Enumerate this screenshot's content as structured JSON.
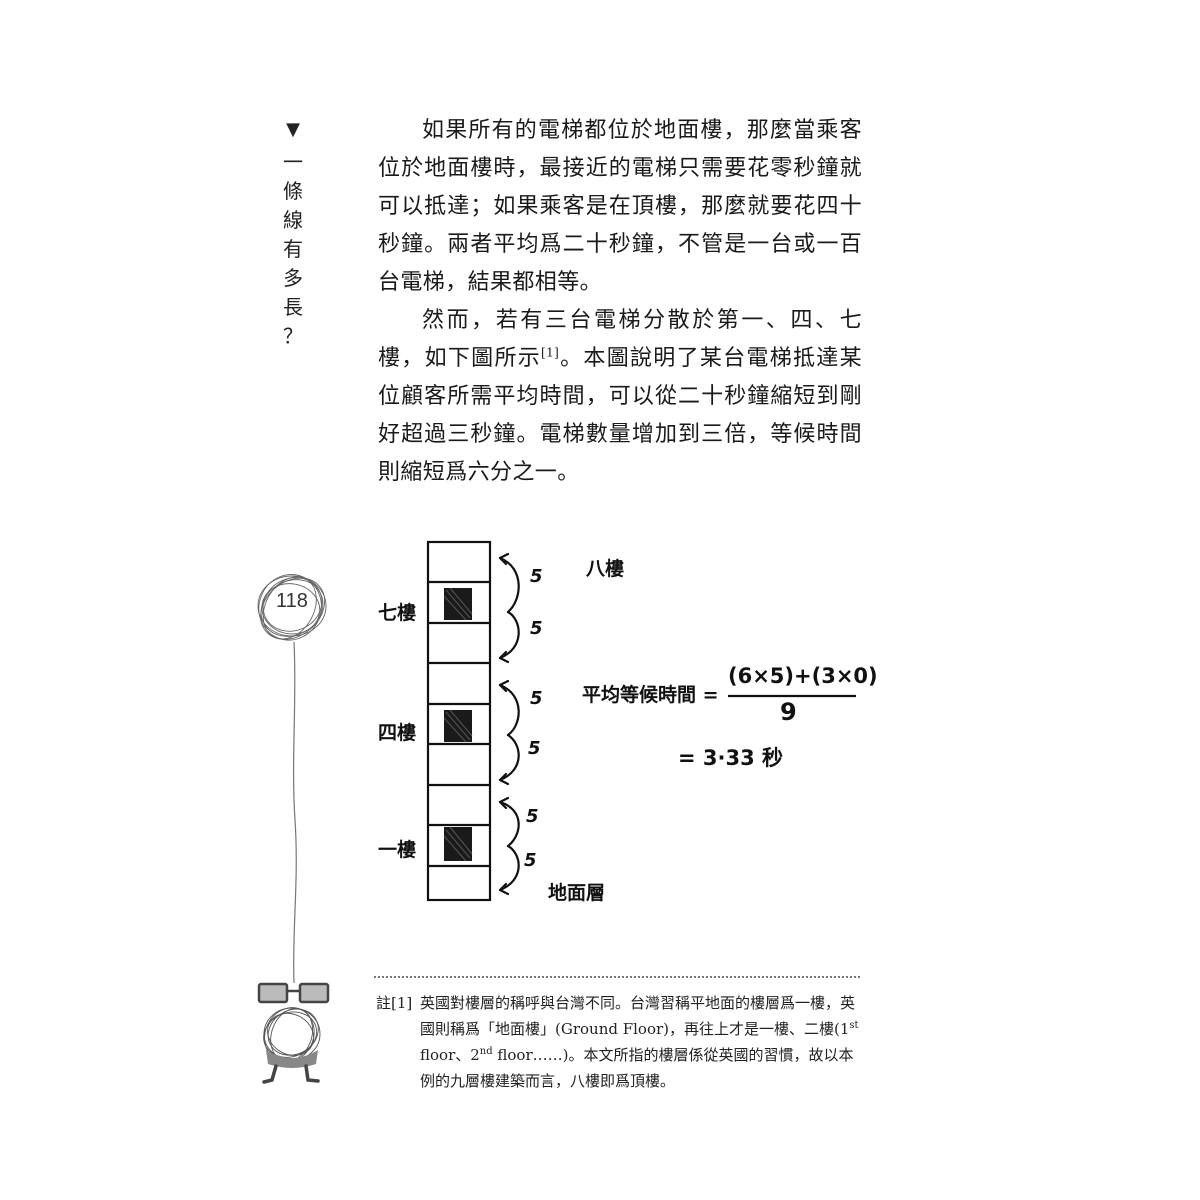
{
  "side_title": {
    "marker": "▼",
    "chars": [
      "一",
      "條",
      "線",
      "有",
      "多",
      "長",
      "？"
    ]
  },
  "body": {
    "para1": "如果所有的電梯都位於地面樓，那麼當乘客位於地面樓時，最接近的電梯只需要花零秒鐘就可以抵達；如果乘客是在頂樓，那麼就要花四十秒鐘。兩者平均爲二十秒鐘，不管是一台或一百台電梯，結果都相等。",
    "para2_a": "然而，若有三台電梯分散於第一、四、七樓，如下圖所示",
    "para2_ref": "[1]",
    "para2_b": "。本圖說明了某台電梯抵達某位顧客所需平均時間，可以從二十秒鐘縮短到剛好超過三秒鐘。電梯數量增加到三倍，等候時間則縮短爲六分之一。"
  },
  "page_number": "118",
  "figure": {
    "floor_labels": {
      "eighth": "八樓",
      "seventh": "七樓",
      "fourth": "四樓",
      "first": "一樓",
      "ground": "地面層"
    },
    "wait_values": [
      "5",
      "5",
      "5",
      "5",
      "5",
      "5"
    ],
    "formula_label": "平均等候時間 =",
    "numerator": "(6×5)+(3×0)",
    "denominator": "9",
    "result": "= 3·33 秒"
  },
  "footnote": {
    "tag": "註[1]",
    "line1": "英國對樓層的稱呼與台灣不同。台灣習稱平地面的樓層爲一樓，英國則稱爲「地面樓」(Ground Floor)，再往上才是一樓、二樓(1",
    "st": "st",
    "mid": " floor、2",
    "nd": "nd",
    "line2": " floor……)。本文所指的樓層係從英國的習慣，故以本例的九層樓建築而言，八樓即爲頂樓。"
  }
}
